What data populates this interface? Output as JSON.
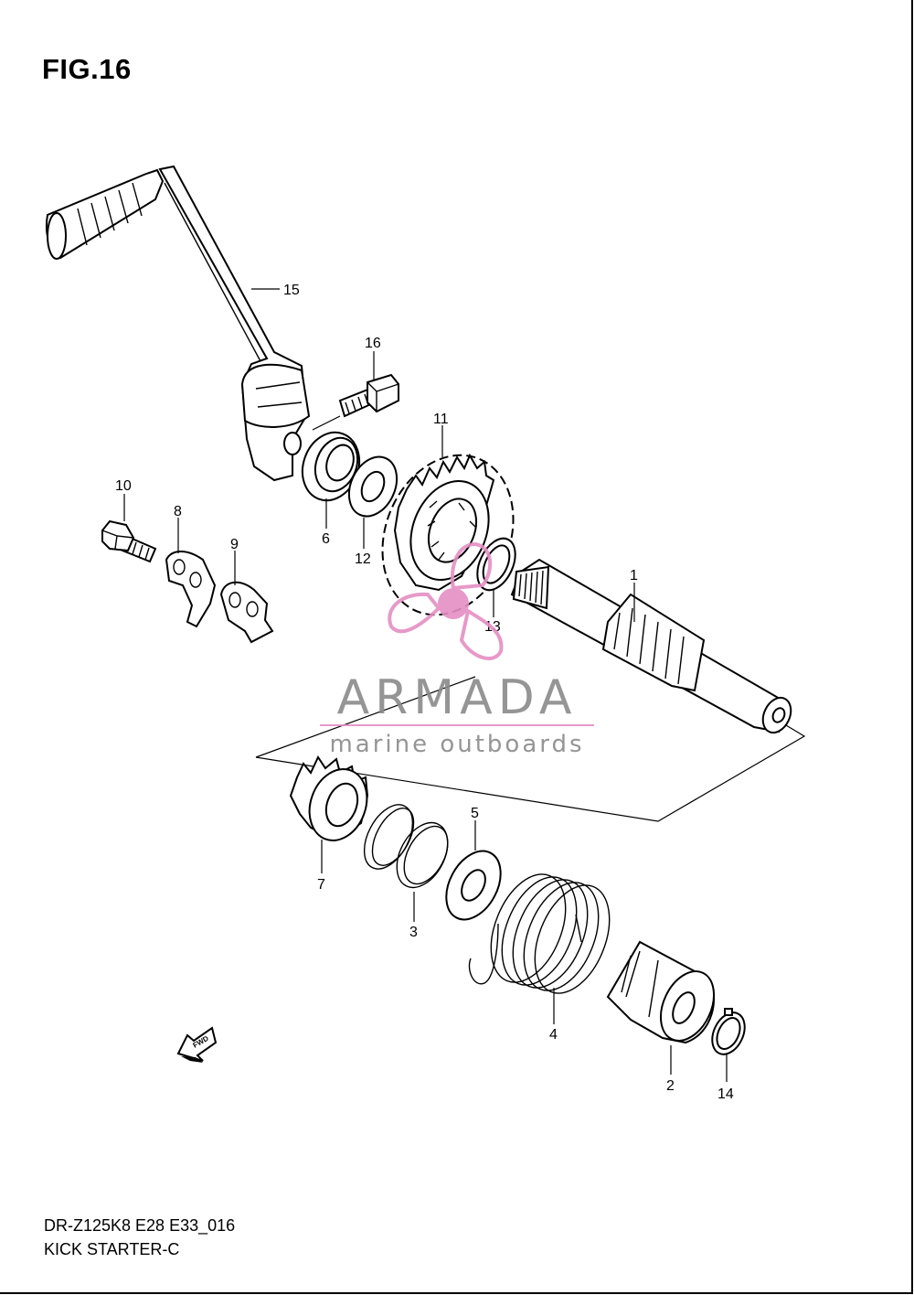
{
  "figure": {
    "title": "FIG.16"
  },
  "footer": {
    "model_code": "DR-Z125K8 E28 E33_016",
    "assembly_name": "KICK STARTER-C"
  },
  "callouts": {
    "c1": "1",
    "c2": "2",
    "c3": "3",
    "c4": "4",
    "c5": "5",
    "c6": "6",
    "c7": "7",
    "c8": "8",
    "c9": "9",
    "c10": "10",
    "c11": "11",
    "c12": "12",
    "c13": "13",
    "c14": "14",
    "c15": "15",
    "c16": "16"
  },
  "fwd_arrow": {
    "label": "FWD"
  },
  "watermark": {
    "brand": "ARMADA",
    "tagline": "marine outboards",
    "accent_color": "#e58fc4",
    "text_color": "#8a8a8a"
  }
}
